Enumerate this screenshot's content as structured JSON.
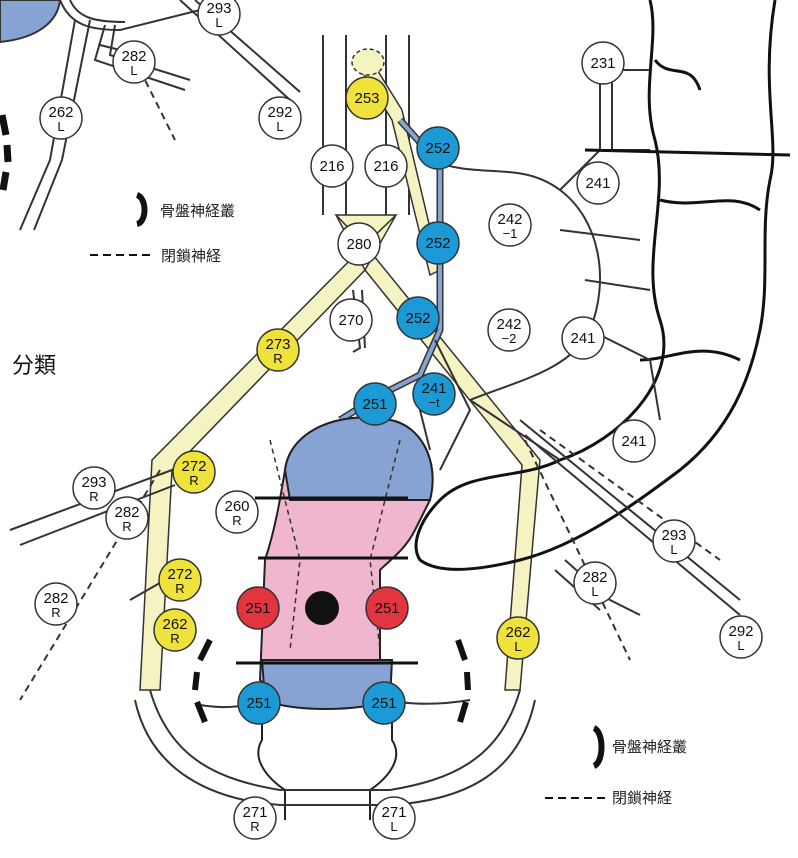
{
  "side_label": "分類",
  "legend_top": {
    "plexus": "骨盤神経叢",
    "obturator": "閉鎖神経"
  },
  "legend_bottom": {
    "plexus": "骨盤神経叢",
    "obturator": "閉鎖神経"
  },
  "colors": {
    "blue": "#1b9ad6",
    "yellow": "#efe23a",
    "red": "#e2353f",
    "white": "#ffffff",
    "pale_yellow": "#f6f3c3",
    "pink": "#f0b6cf",
    "organ_blue": "#87a3d3",
    "stroke": "#333333"
  },
  "nodes": [
    {
      "main": "293",
      "sub": "L",
      "color": "white"
    },
    {
      "main": "282",
      "sub": "L",
      "color": "white"
    },
    {
      "main": "262",
      "sub": "L",
      "color": "white"
    },
    {
      "main": "292",
      "sub": "L",
      "color": "white"
    },
    {
      "main": "253",
      "sub": "",
      "color": "yellow"
    },
    {
      "main": "252",
      "sub": "",
      "color": "blue"
    },
    {
      "main": "231",
      "sub": "",
      "color": "white"
    },
    {
      "main": "216",
      "sub": "",
      "color": "white"
    },
    {
      "main": "216",
      "sub": "",
      "color": "white"
    },
    {
      "main": "241",
      "sub": "",
      "color": "white"
    },
    {
      "main": "242",
      "sub": "−1",
      "color": "white"
    },
    {
      "main": "280",
      "sub": "",
      "color": "white"
    },
    {
      "main": "252",
      "sub": "",
      "color": "blue"
    },
    {
      "main": "270",
      "sub": "",
      "color": "white"
    },
    {
      "main": "252",
      "sub": "",
      "color": "blue"
    },
    {
      "main": "242",
      "sub": "−2",
      "color": "white"
    },
    {
      "main": "241",
      "sub": "",
      "color": "white"
    },
    {
      "main": "273",
      "sub": "R",
      "color": "yellow"
    },
    {
      "main": "241",
      "sub": "−t",
      "color": "blue"
    },
    {
      "main": "251",
      "sub": "",
      "color": "blue"
    },
    {
      "main": "241",
      "sub": "",
      "color": "white"
    },
    {
      "main": "293",
      "sub": "R",
      "color": "white"
    },
    {
      "main": "272",
      "sub": "R",
      "color": "yellow"
    },
    {
      "main": "260",
      "sub": "R",
      "color": "white"
    },
    {
      "main": "282",
      "sub": "R",
      "color": "white"
    },
    {
      "main": "293",
      "sub": "L",
      "color": "white"
    },
    {
      "main": "282",
      "sub": "L",
      "color": "white"
    },
    {
      "main": "272",
      "sub": "R",
      "color": "yellow"
    },
    {
      "main": "282",
      "sub": "R",
      "color": "white"
    },
    {
      "main": "251",
      "sub": "",
      "color": "red"
    },
    {
      "main": "251",
      "sub": "",
      "color": "red"
    },
    {
      "main": "262",
      "sub": "R",
      "color": "yellow"
    },
    {
      "main": "262",
      "sub": "L",
      "color": "yellow"
    },
    {
      "main": "292",
      "sub": "L",
      "color": "white"
    },
    {
      "main": "251",
      "sub": "",
      "color": "blue"
    },
    {
      "main": "251",
      "sub": "",
      "color": "blue"
    },
    {
      "main": "271",
      "sub": "R",
      "color": "white"
    },
    {
      "main": "271",
      "sub": "L",
      "color": "white"
    }
  ]
}
